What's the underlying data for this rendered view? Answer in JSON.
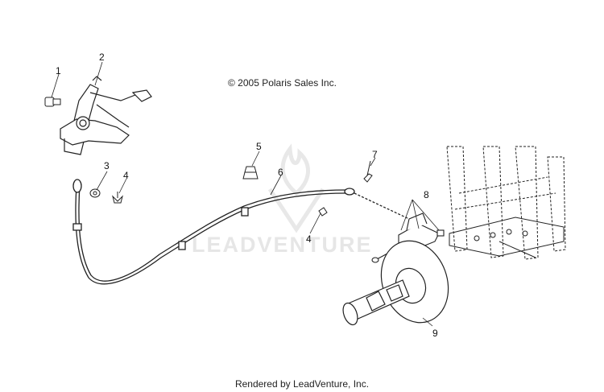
{
  "copyright": "© 2005 Polaris Sales Inc.",
  "footer": "Rendered by LeadVenture, Inc.",
  "watermark": "LEADVENTURE",
  "callouts": [
    "1",
    "2",
    "3",
    "4",
    "5",
    "6",
    "7",
    "8",
    "4",
    "9"
  ],
  "colors": {
    "ink": "#222222",
    "watermark": "#e6e6e6"
  }
}
